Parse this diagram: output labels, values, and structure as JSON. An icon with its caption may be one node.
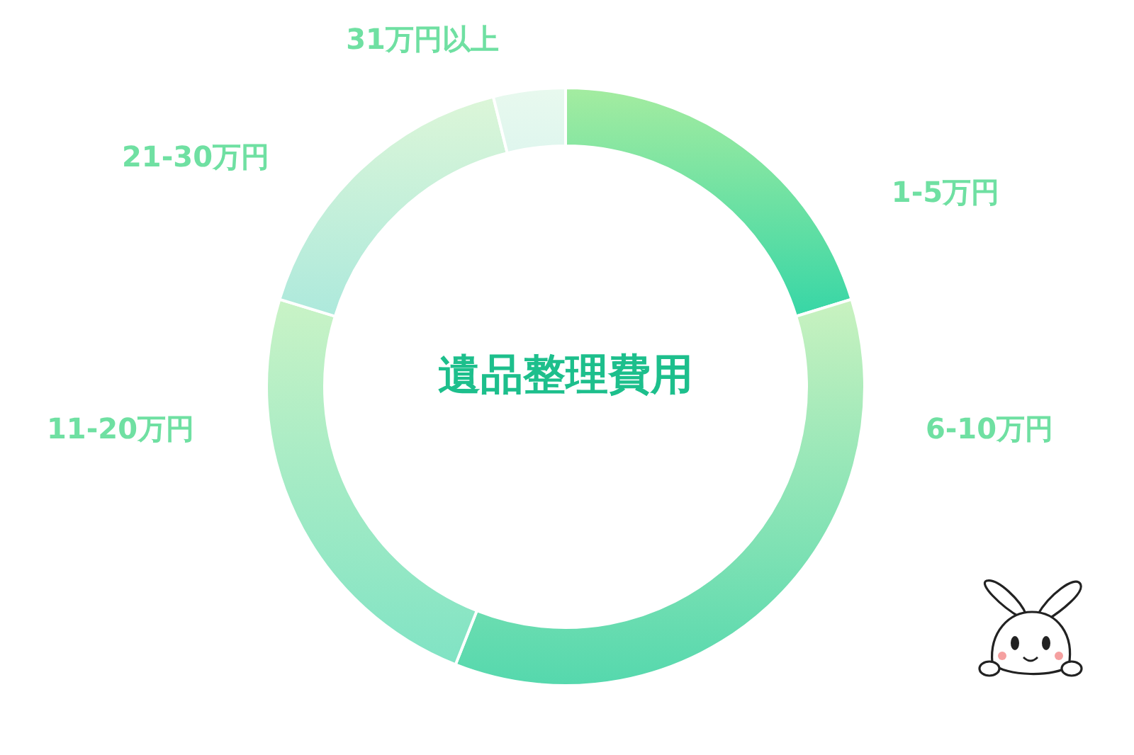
{
  "diagram": {
    "labels": [
      "31万円以上",
      "21-30万円",
      "1-5万円",
      "遺品整理費用",
      "11-20万円",
      "6-10万円"
    ]
  }
}
